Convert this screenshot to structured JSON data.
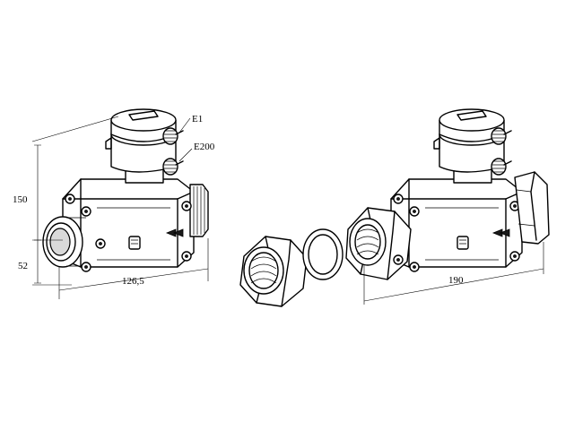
{
  "diagram": {
    "labels": {
      "e1": "E1",
      "e200": "E200",
      "dim_height": "150",
      "dim_axis": "52",
      "dim_length": "126,5",
      "dim_length_with_unions": "190"
    }
  }
}
